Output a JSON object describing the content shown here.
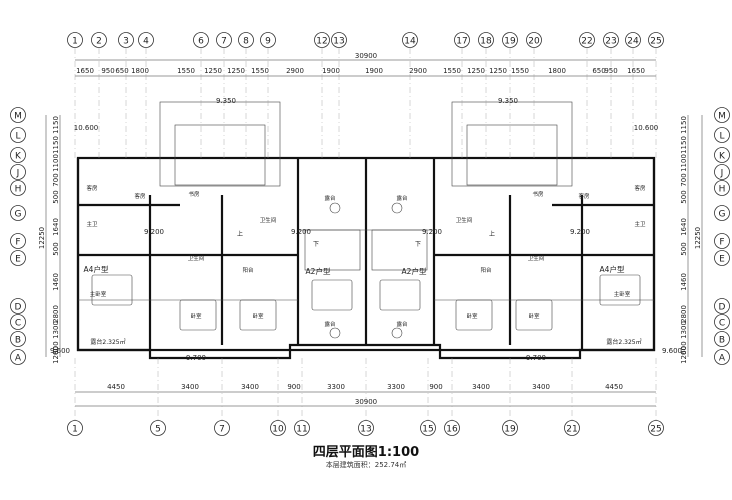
{
  "title": "四层平面图1:100",
  "area_note": "本层建筑面积：252.74㎡",
  "top_axes": [
    "1",
    "2",
    "3",
    "4",
    "6",
    "7",
    "8",
    "9",
    "12",
    "13",
    "14",
    "17",
    "18",
    "19",
    "20",
    "22",
    "23",
    "24",
    "25"
  ],
  "bottom_axes": [
    "1",
    "5",
    "7",
    "10",
    "11",
    "13",
    "15",
    "16",
    "19",
    "21",
    "25"
  ],
  "left_axes": [
    "M",
    "L",
    "K",
    "J",
    "H",
    "G",
    "F",
    "E",
    "D",
    "C",
    "B",
    "A"
  ],
  "right_axes": [
    "M",
    "L",
    "K",
    "J",
    "H",
    "G",
    "F",
    "E",
    "D",
    "C",
    "B",
    "A"
  ],
  "top_total": "30900",
  "top_dims": [
    "1650",
    "950",
    "650",
    "1800",
    "1550",
    "1250",
    "1250",
    "1550",
    "2900",
    "1900",
    "1900",
    "2900",
    "1550",
    "1250",
    "1250",
    "1550",
    "1800",
    "650",
    "950",
    "1650"
  ],
  "bottom_total": "30900",
  "bottom_dims": [
    "4450",
    "3400",
    "3400",
    "900",
    "3300",
    "3300",
    "900",
    "3400",
    "3400",
    "4450"
  ],
  "left_total": "12250",
  "left_dims": [
    "1150",
    "1150",
    "1100",
    "700",
    "500",
    "1640",
    "500",
    "1460",
    "2800",
    "1300",
    "600",
    "1200"
  ],
  "right_total": "12250",
  "right_dims": [
    "1150",
    "1150",
    "1100",
    "700",
    "500",
    "1640",
    "500",
    "1460",
    "2800",
    "1300",
    "600",
    "1200"
  ],
  "elevations": [
    "10.600",
    "10.600",
    "9.350",
    "9.350",
    "9.200",
    "9.200",
    "9.200",
    "9.200",
    "9.700",
    "9.700",
    "9.600",
    "9.600"
  ],
  "unit_labels": [
    "A4户型",
    "A2户型",
    "A2户型",
    "A4户型"
  ],
  "room_labels": [
    "主卧室",
    "主卧室",
    "卧室",
    "卧室",
    "卧室",
    "卧室",
    "客房",
    "客房",
    "客房",
    "客房",
    "卫生间",
    "卫生间",
    "卫生间",
    "卫生间",
    "主卫",
    "主卫",
    "露台",
    "露台",
    "露台",
    "露台",
    "阳台",
    "阳台",
    "书房",
    "书房"
  ],
  "small_notes": [
    "露台2.325㎡",
    "露台2.325㎡",
    "上",
    "下",
    "上",
    "下"
  ]
}
